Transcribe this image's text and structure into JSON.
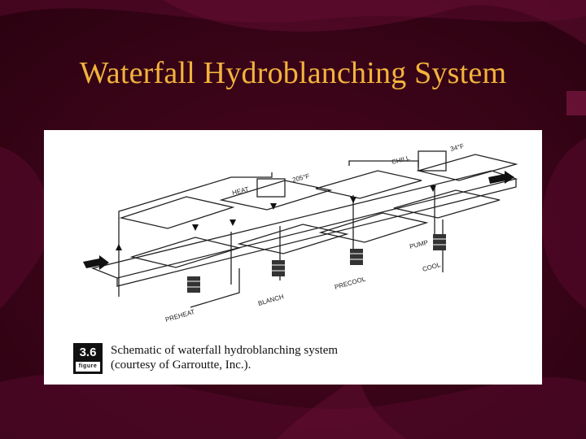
{
  "slide": {
    "title": "Waterfall Hydroblanching System"
  },
  "figure": {
    "number": "3.6",
    "number_label": "figure",
    "caption_line1": "Schematic of waterfall hydroblanching system",
    "caption_line2": "(courtesy of Garroutte, Inc.)."
  },
  "diagram": {
    "labels": {
      "heat": "HEAT",
      "heat_temp": "205°F",
      "chill": "CHILL",
      "chill_temp": "34°F",
      "pump": "PUMP",
      "preheat": "PREHEAT",
      "blanch": "BLANCH",
      "precool": "PRECOOL",
      "cool": "COOL"
    }
  },
  "colors": {
    "background": "#3a0418",
    "title": "#f2b33d",
    "panel": "#ffffff"
  }
}
